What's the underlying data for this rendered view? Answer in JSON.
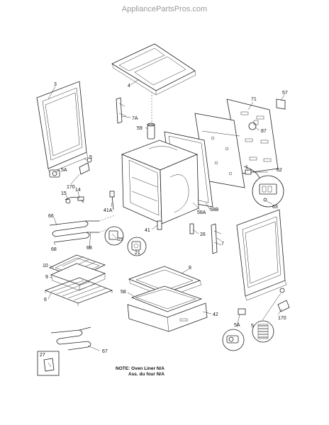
{
  "header": {
    "watermark": "AppliancePartsPros.com"
  },
  "callouts": [
    {
      "id": "c3",
      "label": "3"
    },
    {
      "id": "c4",
      "label": "4"
    },
    {
      "id": "c7a",
      "label": "7A"
    },
    {
      "id": "c71",
      "label": "71"
    },
    {
      "id": "c57",
      "label": "57"
    },
    {
      "id": "c59",
      "label": "59"
    },
    {
      "id": "c87",
      "label": "87"
    },
    {
      "id": "c5t",
      "label": "5"
    },
    {
      "id": "c5at",
      "label": "5A"
    },
    {
      "id": "c170t",
      "label": "170"
    },
    {
      "id": "c14",
      "label": "14"
    },
    {
      "id": "c15",
      "label": "15"
    },
    {
      "id": "c1",
      "label": "1"
    },
    {
      "id": "c62",
      "label": "62"
    },
    {
      "id": "c63",
      "label": "63"
    },
    {
      "id": "c41a",
      "label": "41A"
    },
    {
      "id": "c58a",
      "label": "58A"
    },
    {
      "id": "c58b",
      "label": "58B"
    },
    {
      "id": "c66",
      "label": "66"
    },
    {
      "id": "c41",
      "label": "41"
    },
    {
      "id": "c26",
      "label": "26"
    },
    {
      "id": "c7",
      "label": "7"
    },
    {
      "id": "c29",
      "label": "29"
    },
    {
      "id": "c21",
      "label": "21"
    },
    {
      "id": "c68a",
      "label": "68"
    },
    {
      "id": "c68b",
      "label": "68"
    },
    {
      "id": "c10",
      "label": "10"
    },
    {
      "id": "c9",
      "label": "9"
    },
    {
      "id": "c8",
      "label": "8"
    },
    {
      "id": "c6",
      "label": "6"
    },
    {
      "id": "c58",
      "label": "58"
    },
    {
      "id": "c42",
      "label": "42"
    },
    {
      "id": "c170b",
      "label": "170"
    },
    {
      "id": "c5ab",
      "label": "5A"
    },
    {
      "id": "c5b",
      "label": "5"
    },
    {
      "id": "c67",
      "label": "67"
    },
    {
      "id": "c27",
      "label": "27"
    }
  ],
  "note": {
    "line1": "NOTE: Oven Liner N/A",
    "line2": "Ass. du four N/A"
  }
}
